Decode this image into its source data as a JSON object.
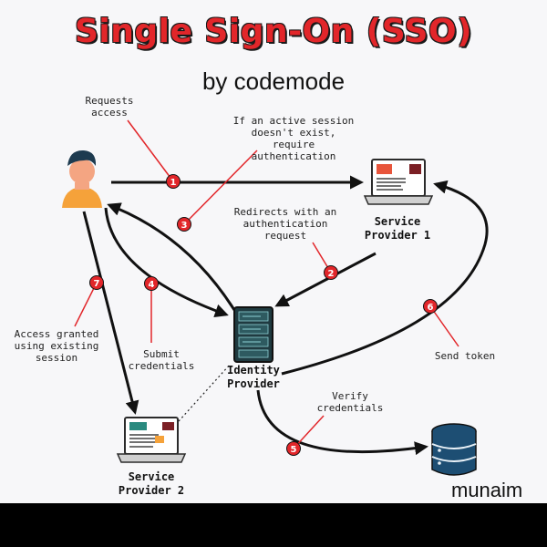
{
  "title": "Single Sign-On (SSO)",
  "subtitle": "by codemode",
  "nodes": {
    "service_provider_1": "Service Provider 1",
    "service_provider_2": "Service Provider 2",
    "identity_provider": "Identity Provider"
  },
  "icons": [
    "user-icon",
    "laptop-icon",
    "server-icon",
    "database-icon"
  ],
  "steps": [
    {
      "number": "1",
      "label": "Requests access"
    },
    {
      "number": "2",
      "label": "Redirects with an authentication request"
    },
    {
      "number": "3",
      "label": "If an active session doesn't exist, require authentication"
    },
    {
      "number": "4",
      "label": "Submit credentials"
    },
    {
      "number": "5",
      "label": "Verify credentials"
    },
    {
      "number": "6",
      "label": "Send token"
    },
    {
      "number": "7",
      "label": "Access granted using existing session"
    }
  ],
  "watermark": "munaim",
  "colors": {
    "accent": "#e2262a",
    "arrow": "#111111",
    "server": "#1f3a40",
    "database": "#1d4e73"
  }
}
